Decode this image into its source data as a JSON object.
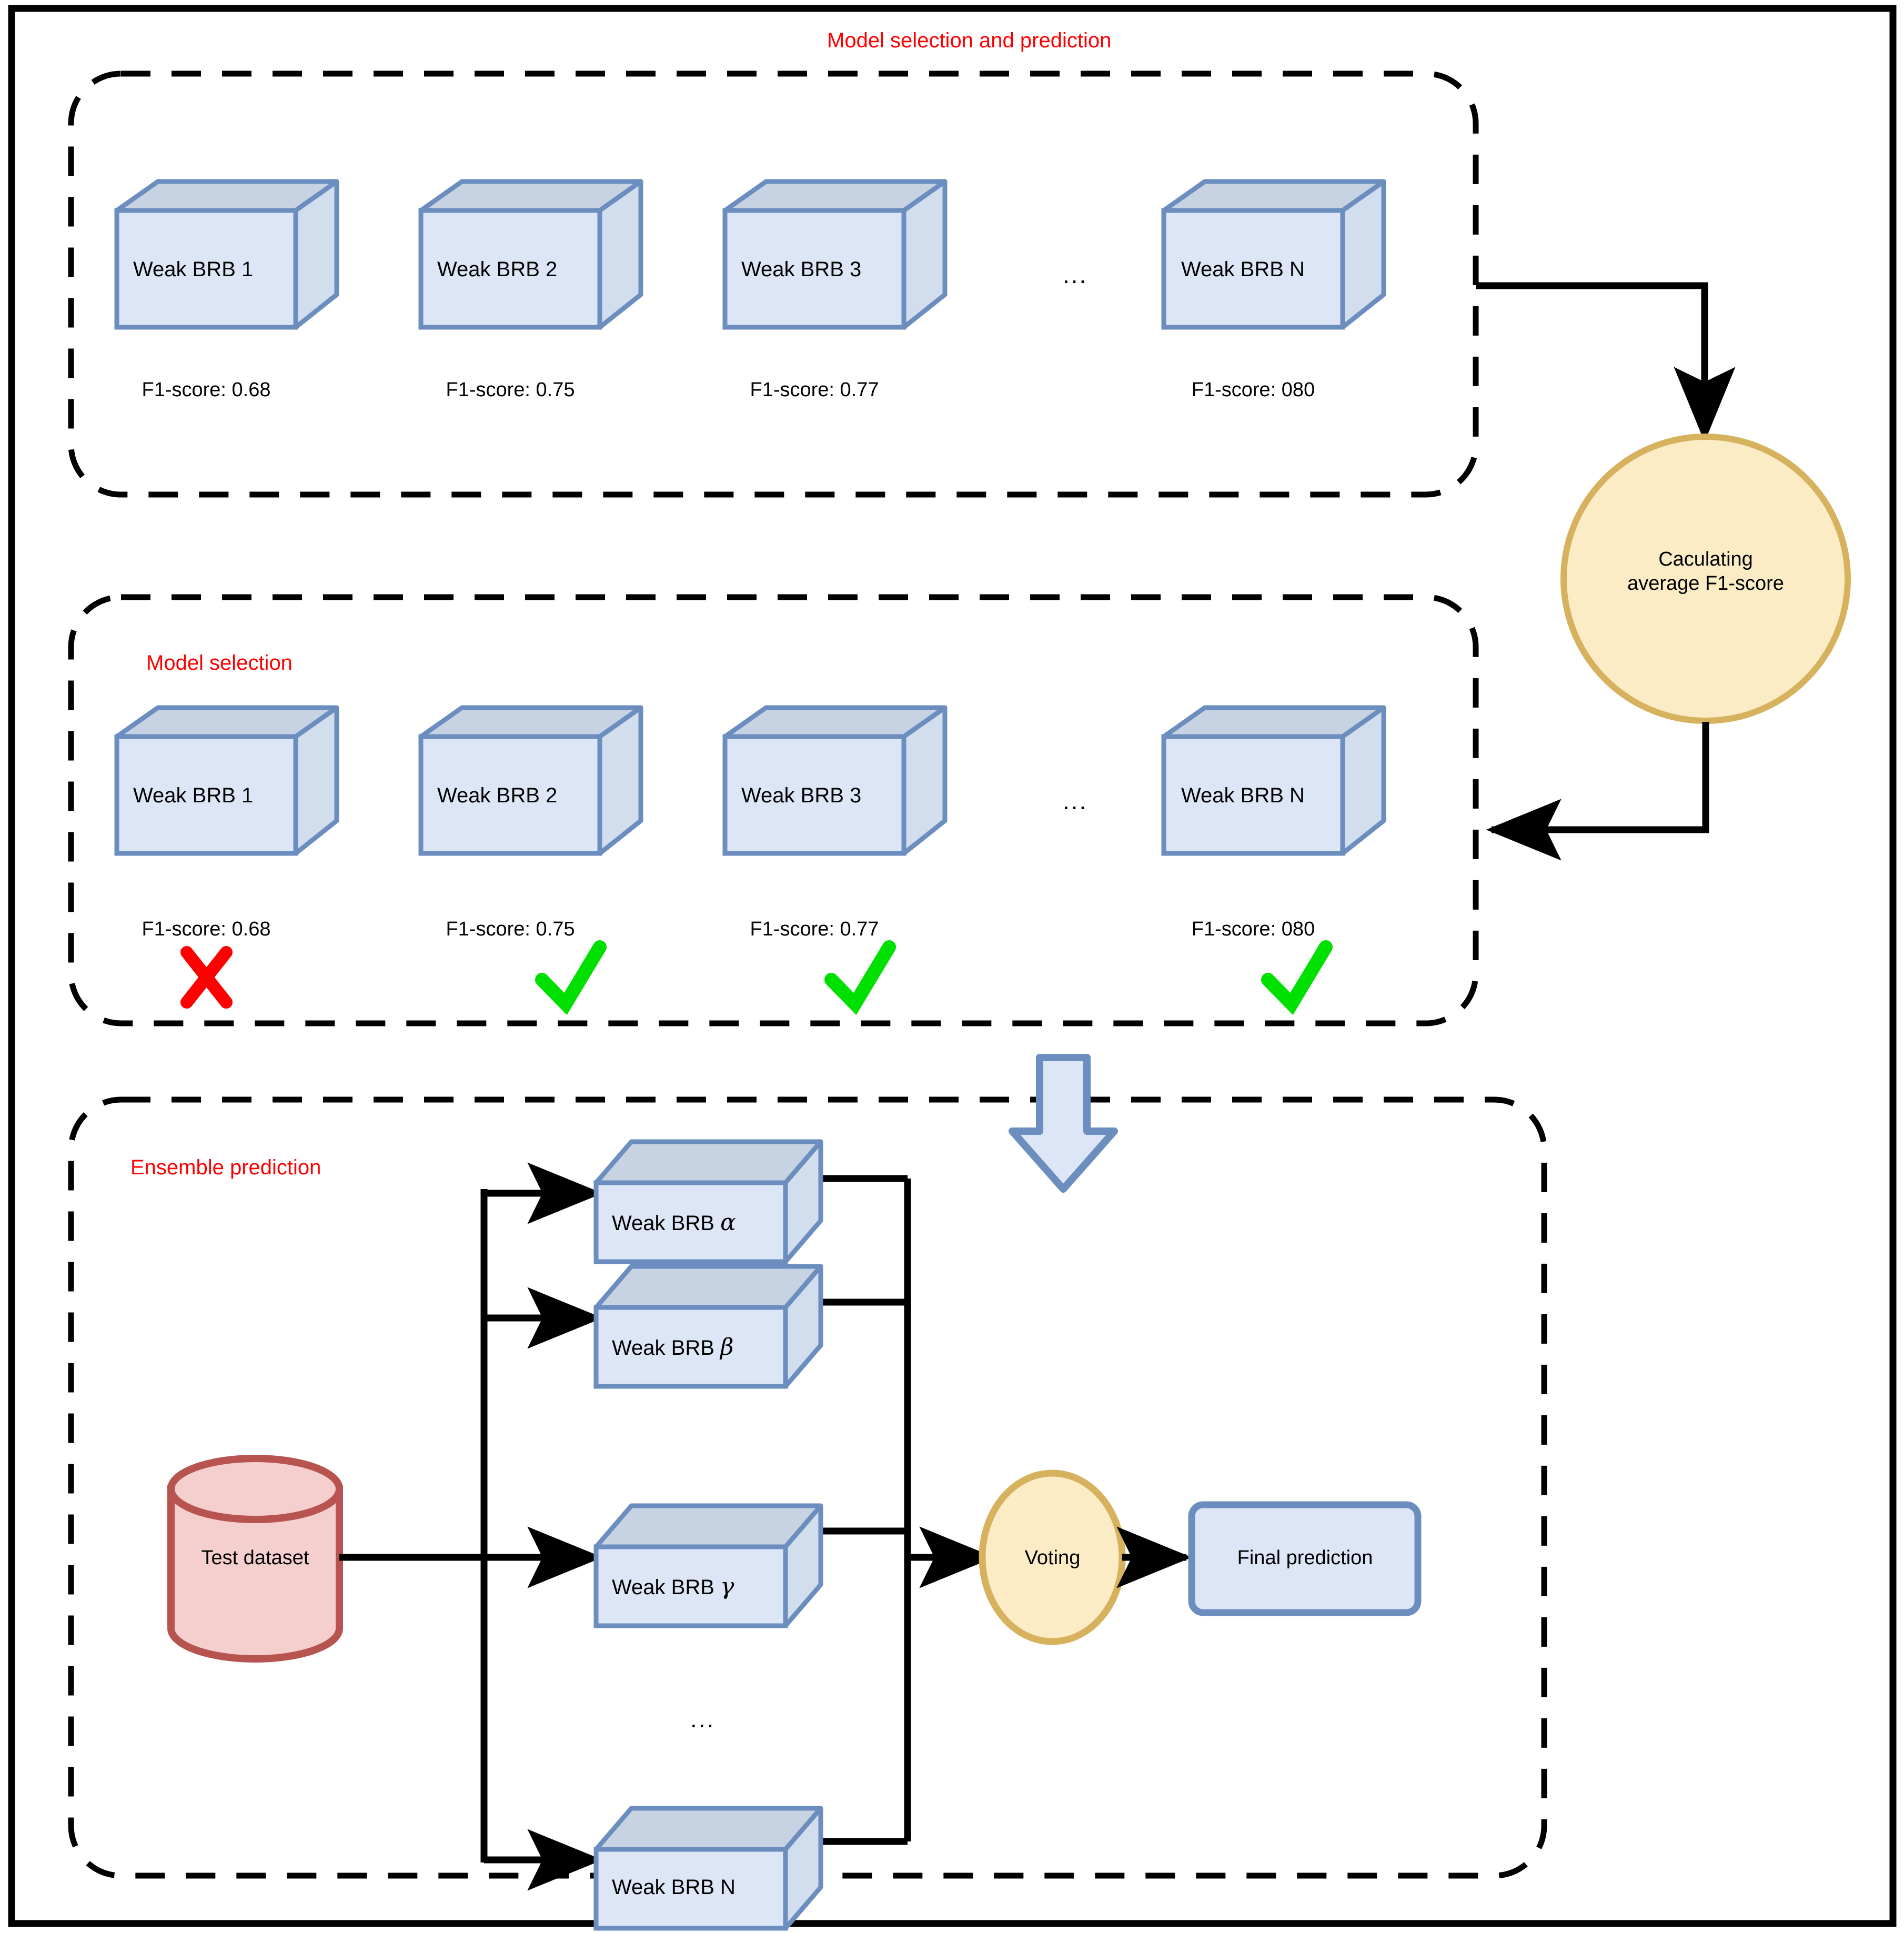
{
  "diagram": {
    "title": "Model selection and prediction",
    "sections": [
      {
        "id": "model-selection-and-prediction",
        "label": "Model selection and prediction",
        "label_color": "#ff0000"
      },
      {
        "id": "model-selection",
        "label": "Model selection",
        "label_color": "#ff0000"
      },
      {
        "id": "ensemble-prediction",
        "label": "Ensemble prediction",
        "label_color": "#ff0000"
      }
    ],
    "ellipsis": "...",
    "colors": {
      "box_front": "#dce6f6",
      "box_top": "#c7d2e3",
      "box_side": "#d2ddee",
      "box_border": "#6b8ebf",
      "circle_fill": "#fbecc6",
      "circle_border": "#d6b25e",
      "cylinder_fill": "#f5cece",
      "cylinder_border": "#b85450",
      "check": "#00e000",
      "cross": "#ff0000",
      "edge": "#000000",
      "frame": "#000000"
    }
  },
  "row_prediction": {
    "boxes": [
      {
        "name": "Weak BRB 1",
        "f1": "F1-score: 0.68"
      },
      {
        "name": "Weak BRB 2",
        "f1": "F1-score: 0.75"
      },
      {
        "name": "Weak BRB 3",
        "f1": "F1-score: 0.77"
      },
      {
        "name": "Weak BRB N",
        "f1": "F1-score: 080"
      }
    ]
  },
  "row_selection": {
    "boxes": [
      {
        "name": "Weak BRB 1",
        "f1": "F1-score: 0.68",
        "mark": "cross"
      },
      {
        "name": "Weak BRB 2",
        "f1": "F1-score: 0.75",
        "mark": "check"
      },
      {
        "name": "Weak BRB 3",
        "f1": "F1-score: 0.77",
        "mark": "check"
      },
      {
        "name": "Weak BRB N",
        "f1": "F1-score: 080",
        "mark": "check"
      }
    ]
  },
  "calc_node": {
    "line1": "Caculating",
    "line2": "average F1-score"
  },
  "ensemble": {
    "dataset": "Test dataset",
    "models": [
      {
        "prefix": "Weak BRB ",
        "symbol": "α"
      },
      {
        "prefix": "Weak BRB ",
        "symbol": "β"
      },
      {
        "prefix": "Weak BRB ",
        "symbol": "γ"
      },
      {
        "prefix": "Weak BRB ",
        "symbol": "N"
      }
    ],
    "ellipsis": "...",
    "voting": "Voting",
    "final": "Final prediction"
  }
}
